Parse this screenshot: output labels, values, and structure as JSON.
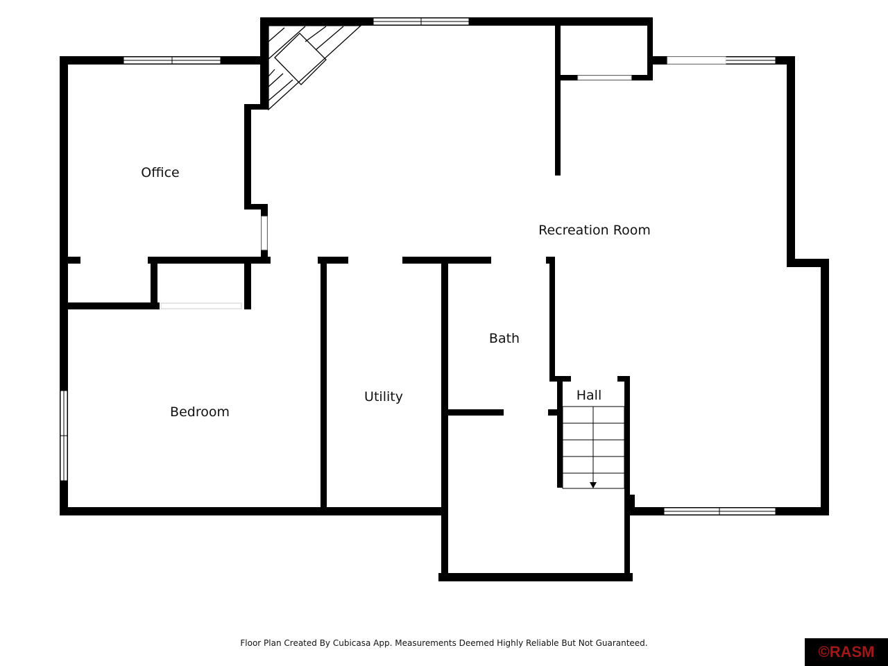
{
  "rooms": {
    "office": "Office",
    "recreation": "Recreation Room",
    "bath": "Bath",
    "hall": "Hall",
    "bedroom": "Bedroom",
    "utility": "Utility"
  },
  "footer": "Floor Plan Created By Cubicasa App. Measurements Deemed Highly Reliable But Not Guaranteed.",
  "logo": "©RASM",
  "colors": {
    "wall": "#000000",
    "logo_text": "#a01818"
  }
}
